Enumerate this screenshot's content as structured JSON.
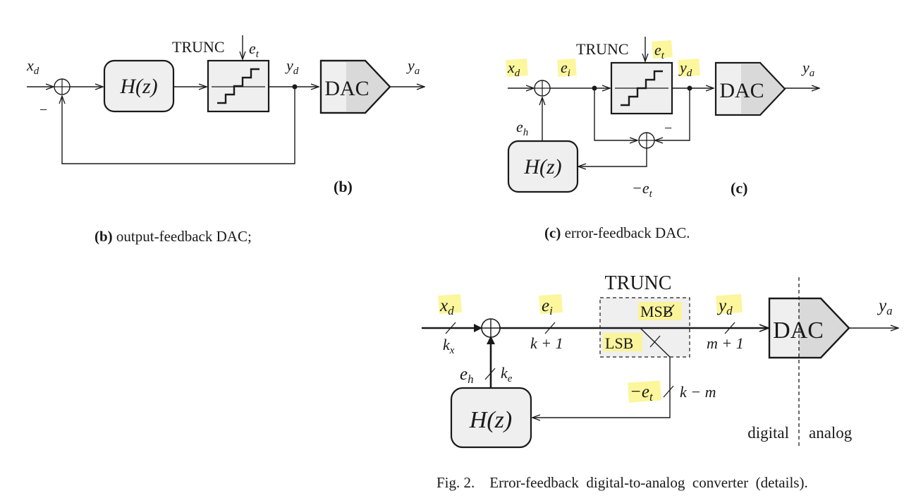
{
  "diagram_b": {
    "input_label": "x",
    "input_sub": "d",
    "minus_sign": "−",
    "filter_label": "H(z)",
    "trunc_label": "TRUNC",
    "error_label": "e",
    "error_sub": "t",
    "output_label": "y",
    "output_sub": "d",
    "dac_label": "DAC",
    "analog_label": "y",
    "analog_sub": "a",
    "panel_tag": "(b)"
  },
  "diagram_c": {
    "input_label": "x",
    "input_sub": "d",
    "ei_label": "e",
    "ei_sub": "i",
    "trunc_label": "TRUNC",
    "error_label": "e",
    "error_sub": "t",
    "output_label": "y",
    "output_sub": "d",
    "dac_label": "DAC",
    "analog_label": "y",
    "analog_sub": "a",
    "eh_label": "e",
    "eh_sub": "h",
    "filter_label": "H(z)",
    "minus_sign": "−",
    "neg_error_label": "−e",
    "neg_error_sub": "t",
    "panel_tag": "(c)"
  },
  "caption_b": {
    "tag": "(b)",
    "text": " output-feedback  DAC;"
  },
  "caption_c": {
    "tag": "(c)",
    "text": " error-feedback  DAC."
  },
  "diagram_fig2": {
    "trunc_label": "TRUNC",
    "input_label": "x",
    "input_sub": "d",
    "ei_label": "e",
    "ei_sub": "i",
    "output_label": "y",
    "output_sub": "d",
    "analog_label": "y",
    "analog_sub": "a",
    "kx_label": "k",
    "kx_sub": "x",
    "k1_label": "k + 1",
    "m1_label": "m + 1",
    "msb_label": "MSB",
    "lsb_label": "LSB",
    "dac_label": "DAC",
    "eh_label": "e",
    "eh_sub": "h",
    "ke_label": "k",
    "ke_sub": "e",
    "neg_error_label": "−e",
    "neg_error_sub": "t",
    "km_label": "k − m",
    "filter_label": "H(z)",
    "digital_label": "digital",
    "analog_domain_label": "analog"
  },
  "caption_fig2": {
    "text": "Fig. 2.    Error-feedback  digital-to-analog  converter  (details)."
  }
}
